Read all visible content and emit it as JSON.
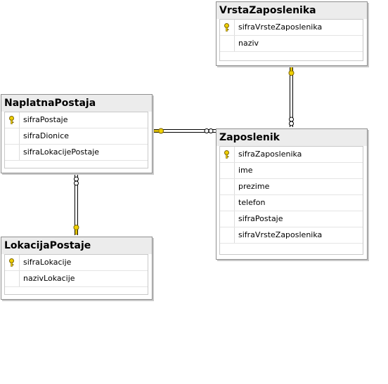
{
  "tables": {
    "vrsta": {
      "title": "VrstaZaposlenika",
      "columns": [
        "sifraVrsteZaposlenika",
        "naziv"
      ]
    },
    "naplatna": {
      "title": "NaplatnaPostaja",
      "columns": [
        "sifraPostaje",
        "sifraDionice",
        "sifraLokacijePostaje"
      ]
    },
    "zaposlenik": {
      "title": "Zaposlenik",
      "columns": [
        "sifraZaposlenika",
        "ime",
        "prezime",
        "telefon",
        "sifraPostaje",
        "sifraVrsteZaposlenika"
      ]
    },
    "lokacija": {
      "title": "LokacijaPostaje",
      "columns": [
        "sifraLokacije",
        "nazivLokacije"
      ]
    }
  },
  "icons": {
    "primary_key": "key-icon",
    "one_end": "key-end-icon",
    "many_end": "infinity-end-icon"
  },
  "colors": {
    "key_fill": "#f0d000",
    "key_stroke": "#7a6300"
  }
}
